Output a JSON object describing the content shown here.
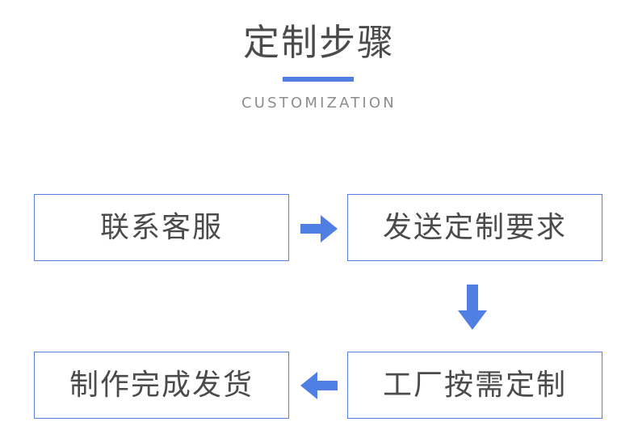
{
  "header": {
    "title": "定制步骤",
    "subtitle": "CUSTOMIZATION",
    "divider_color": "#4f7fe3",
    "title_color": "#4b4b4d",
    "subtitle_color": "#8d8d8f"
  },
  "theme": {
    "accent": "#4f7fe3",
    "border": "#5580e0",
    "text": "#4b4b4d",
    "background": "#ffffff"
  },
  "flow": {
    "steps": [
      {
        "id": "contact",
        "order": 1,
        "label": "联系客服"
      },
      {
        "id": "send",
        "order": 2,
        "label": "发送定制要求"
      },
      {
        "id": "factory",
        "order": 3,
        "label": "工厂按需定制"
      },
      {
        "id": "ship",
        "order": 4,
        "label": "制作完成发货"
      }
    ],
    "connectors": [
      {
        "id": "contact-to-send",
        "icon": "arrow-right-icon",
        "direction": "right",
        "color": "#4f7fe3"
      },
      {
        "id": "send-to-factory",
        "icon": "arrow-down-icon",
        "direction": "down",
        "color": "#4f7fe3"
      },
      {
        "id": "factory-to-ship",
        "icon": "arrow-left-icon",
        "direction": "left",
        "color": "#4f7fe3"
      }
    ]
  }
}
